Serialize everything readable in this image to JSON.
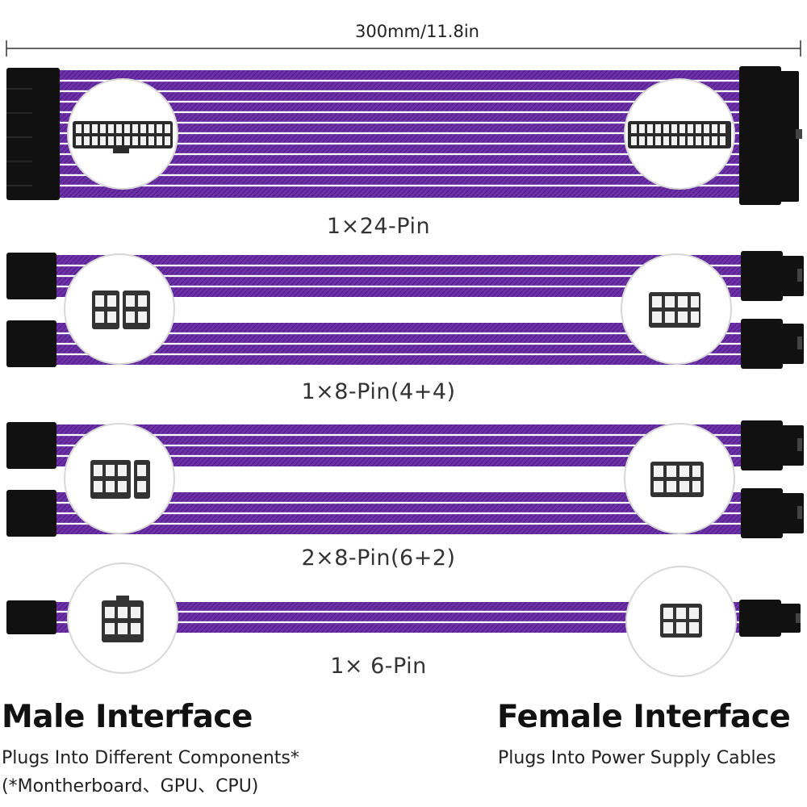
{
  "dimension": "300mm/11.8in",
  "colors": {
    "sleeve": "#6b2fa8",
    "connector": "#111111",
    "background": "#ffffff"
  },
  "cables": [
    {
      "label": "1×24-Pin",
      "wires": 12
    },
    {
      "label": "1×8-Pin(4+4)",
      "wires": 4
    },
    {
      "label": "2×8-Pin(6+2)",
      "wires": 4
    },
    {
      "label": "1× 6-Pin",
      "wires": 3
    }
  ],
  "male": {
    "title": "Male Interface",
    "line1": "Plugs Into Different Components*",
    "line2": "(*Montherboard、GPU、CPU)"
  },
  "female": {
    "title": "Female Interface",
    "line1": "Plugs Into Power Supply Cables"
  }
}
